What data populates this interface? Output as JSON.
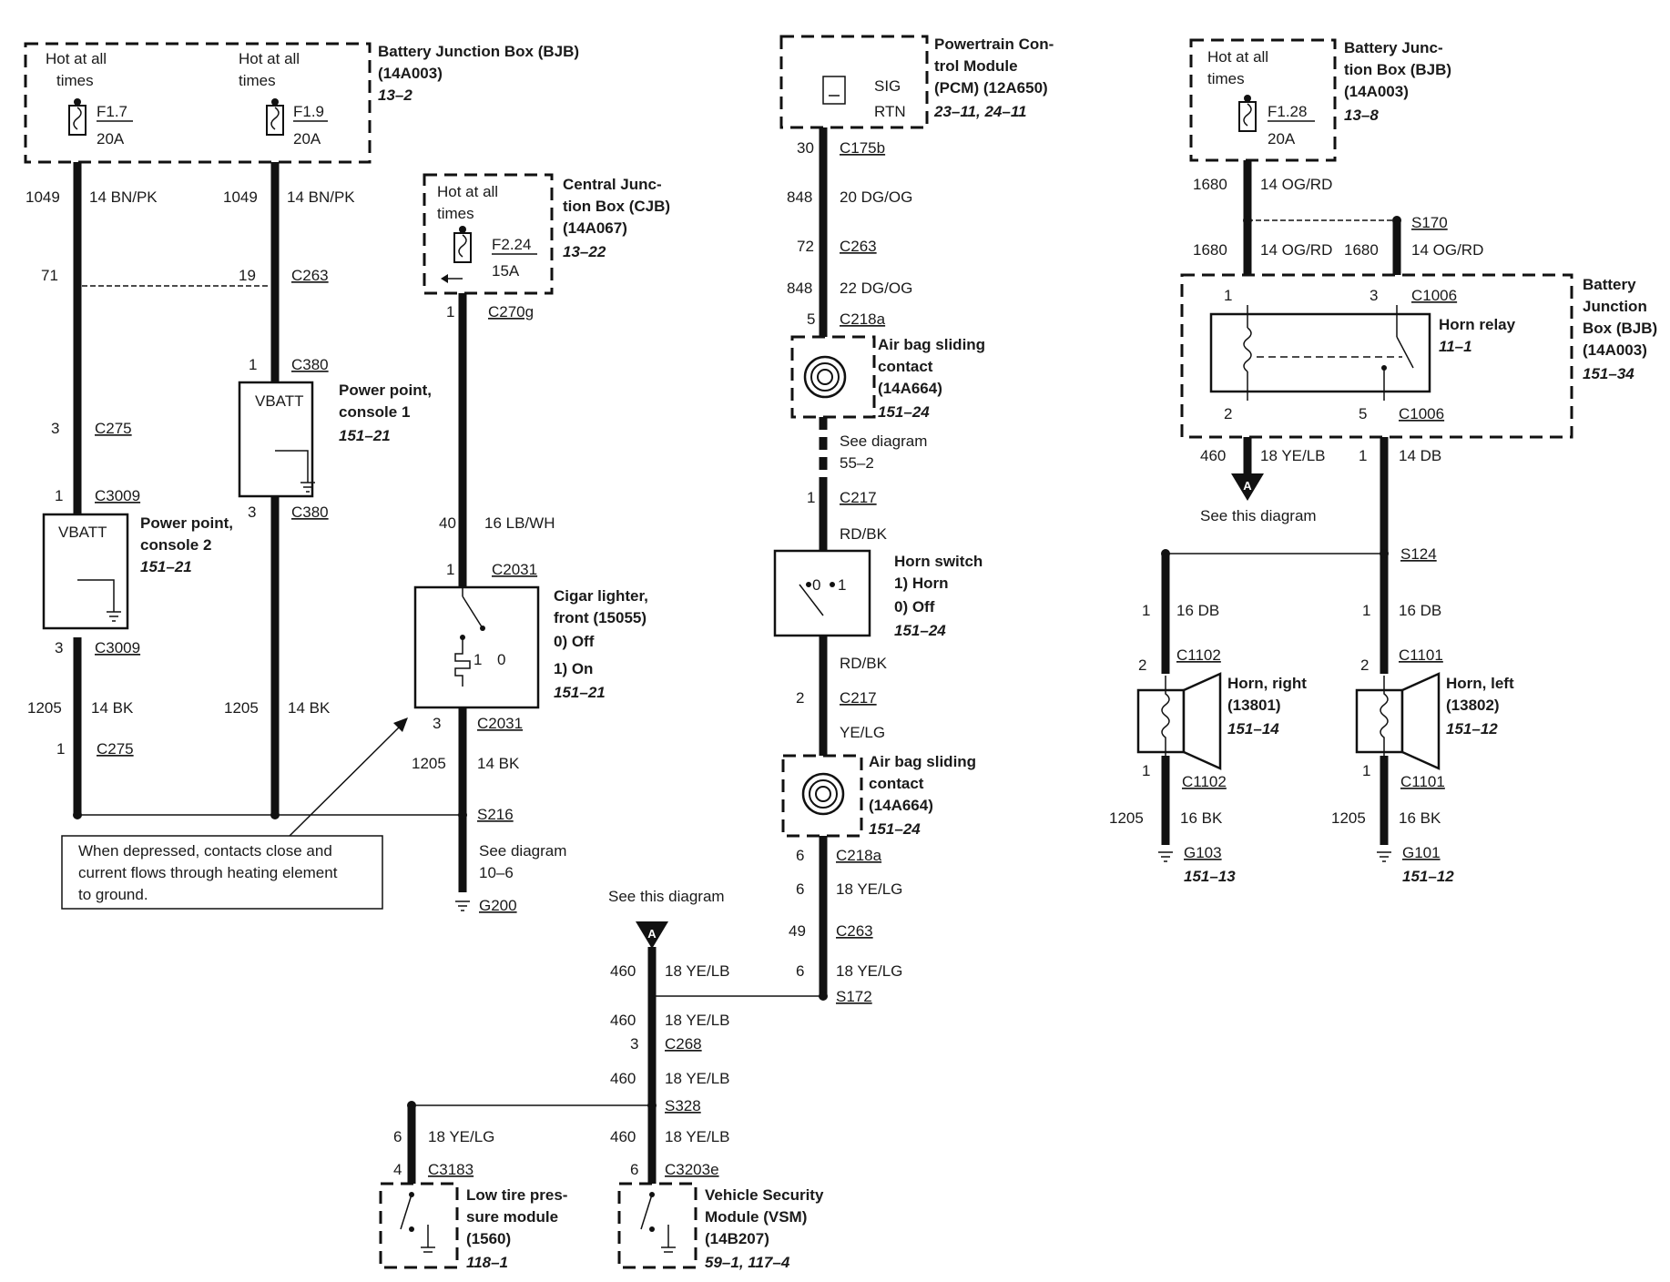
{
  "bjb_left": {
    "hot1": [
      "Hot at all",
      "times"
    ],
    "hot2": [
      "Hot at all",
      "times"
    ],
    "fuse1": {
      "name": "F1.7",
      "rating": "20A"
    },
    "fuse2": {
      "name": "F1.9",
      "rating": "20A"
    },
    "title": [
      "Battery Junction Box (BJB)",
      "(14A003)"
    ],
    "ref": "13–2"
  },
  "wire_left": {
    "c1": "1049",
    "w1": "14 BN/PK",
    "c2": "1049",
    "w2": "14 BN/PK",
    "pin71": "71",
    "pin19": "19",
    "c263": "C263",
    "pin1a": "1",
    "c380a": "C380",
    "pin3a": "3",
    "c275a": "C275",
    "pin1b": "1",
    "c3009a": "C3009",
    "pin3b": "3",
    "c380b": "C380",
    "pin3c": "3",
    "c3009b": "C3009",
    "c1205a": "1205",
    "w1205a": "14 BK",
    "c1205b": "1205",
    "w1205b": "14 BK",
    "pin1c": "1",
    "c275b": "C275"
  },
  "pp1": {
    "vbatt": "VBATT",
    "title": [
      "Power point,",
      "console 1"
    ],
    "ref": "151–21"
  },
  "pp2": {
    "vbatt": "VBATT",
    "title": [
      "Power point,",
      "console 2"
    ],
    "ref": "151–21"
  },
  "cjb": {
    "hot": [
      "Hot at all",
      "times"
    ],
    "fuse": {
      "name": "F2.24",
      "rating": "15A"
    },
    "title": [
      "Central Junc-",
      "tion Box (CJB)",
      "(14A067)"
    ],
    "ref": "13–22",
    "pin1": "1",
    "c270g": "C270g",
    "c40": "40",
    "w40": "16 LB/WH",
    "pin1b": "1",
    "c2031a": "C2031",
    "pin3": "3",
    "c2031b": "C2031",
    "c1205": "1205",
    "w1205": "14 BK",
    "s216": "S216",
    "see": [
      "See diagram",
      "10–6"
    ],
    "g200": "G200"
  },
  "lighter": {
    "title": [
      "Cigar lighter,",
      "front (15055)"
    ],
    "states": [
      "0)   Off",
      "1)   On"
    ],
    "ref": "151–21",
    "pos1": "1",
    "pos0": "0"
  },
  "note": [
    "When depressed, contacts close and",
    "current flows through heating element",
    "to ground."
  ],
  "pcm": {
    "sig": "SIG",
    "rtn": "RTN",
    "title": [
      "Powertrain Con-",
      "trol Module",
      "(PCM) (12A650)"
    ],
    "ref": "23–11, 24–11",
    "pin30": "30",
    "c175b": "C175b",
    "c848a": "848",
    "w848a": "20 DG/OG",
    "pin72": "72",
    "c263": "C263",
    "c848b": "848",
    "w848b": "22 DG/OG",
    "pin5": "5",
    "c218a": "C218a"
  },
  "airbag1": {
    "title": [
      "Air bag sliding",
      "contact",
      "(14A664)"
    ],
    "ref": "151–24"
  },
  "center": {
    "see": [
      "See diagram",
      "55–2"
    ],
    "pin1": "1",
    "c217a": "C217",
    "rdbk1": "RD/BK",
    "rdbk2": "RD/BK",
    "pin2": "2",
    "c217b": "C217",
    "yelg": "YE/LG",
    "pin6a": "6",
    "c218a2": "C218a",
    "c6": "6",
    "w6": "18 YE/LG",
    "pin49": "49",
    "c263": "C263",
    "c6b": "6",
    "w6b": "18 YE/LG",
    "s172": "S172"
  },
  "horn_switch": {
    "title": "Horn switch",
    "states": [
      "1)     Horn",
      "0)     Off"
    ],
    "ref": "151–24",
    "pos0": "0",
    "pos1": "1"
  },
  "airbag2": {
    "title": [
      "Air bag sliding",
      "contact",
      "(14A664)"
    ],
    "ref": "151–24"
  },
  "bottom": {
    "see": "See this diagram",
    "a": "A",
    "c460a": "460",
    "w460a": "18 YE/LB",
    "c460b": "460",
    "w460b": "18 YE/LB",
    "pin3": "3",
    "c268": "C268",
    "c460c": "460",
    "w460c": "18 YE/LB",
    "s328": "S328",
    "c6": "6",
    "w6": "18 YE/LG",
    "c460d": "460",
    "w460d": "18 YE/LB",
    "pin4": "4",
    "c3183": "C3183",
    "pin6": "6",
    "c3203e": "C3203e"
  },
  "tire": {
    "title": [
      "Low tire pres-",
      "sure module",
      "(1560)"
    ],
    "ref": "118–1"
  },
  "vsm": {
    "title": [
      "Vehicle Security",
      "Module (VSM)",
      "(14B207)"
    ],
    "ref": "59–1, 117–4"
  },
  "bjb_right": {
    "hot": [
      "Hot at all",
      "times"
    ],
    "fuse": {
      "name": "F1.28",
      "rating": "20A"
    },
    "title": [
      "Battery Junc-",
      "tion Box (BJB)",
      "(14A003)"
    ],
    "ref": "13–8",
    "c1680a": "1680",
    "w1680a": "14 OG/RD",
    "s170": "S170",
    "c1680b": "1680",
    "w1680b": "14 OG/RD",
    "c1680c": "1680",
    "w1680c": "14 OG/RD",
    "pin1": "1",
    "pin3": "3",
    "c1006a": "C1006",
    "pin2": "2",
    "pin5": "5",
    "c1006b": "C1006",
    "c460": "460",
    "w460": "18 YE/LB",
    "a": "A",
    "see": "See this diagram",
    "c1": "1",
    "w1": "14 DB",
    "s124": "S124"
  },
  "relay": {
    "title": "Horn relay",
    "ref": "11–1"
  },
  "bjb_box": {
    "title": [
      "Battery",
      "Junction",
      "Box (BJB)",
      "(14A003)"
    ],
    "ref": "151–34"
  },
  "horns": {
    "r_c1": "1",
    "r_w1": "16 DB",
    "l_c1": "1",
    "l_w1": "16 DB",
    "r_pin2": "2",
    "r_c1102a": "C1102",
    "l_pin2": "2",
    "l_c1101a": "C1101",
    "r_title": [
      "Horn, right",
      "(13801)"
    ],
    "r_ref": "151–14",
    "l_title": [
      "Horn, left",
      "(13802)"
    ],
    "l_ref": "151–12",
    "r_pin1": "1",
    "r_c1102b": "C1102",
    "l_pin1": "1",
    "l_c1101b": "C1101",
    "r_c1205": "1205",
    "r_w1205": "16 BK",
    "l_c1205": "1205",
    "l_w1205": "16 BK",
    "r_g": "G103",
    "r_gref": "151–13",
    "l_g": "G101",
    "l_gref": "151–12"
  }
}
